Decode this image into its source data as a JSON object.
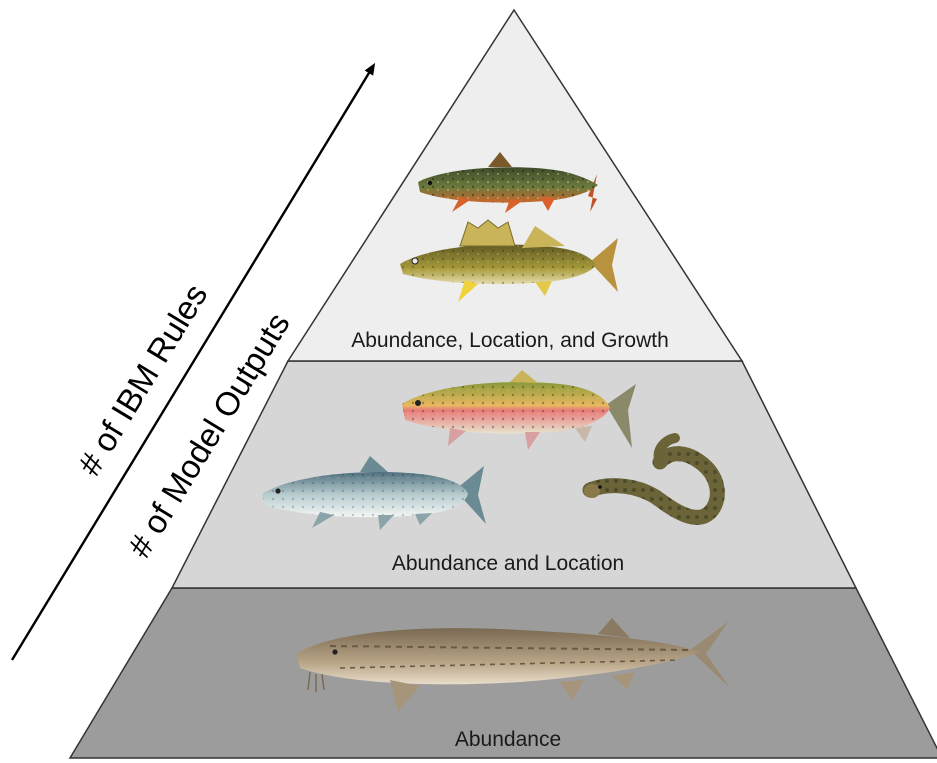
{
  "axis": {
    "label_top": "# of IBM Rules",
    "label_bottom": "# of Model Outputs"
  },
  "tiers": [
    {
      "label": "Abundance, Location, and Growth",
      "fill": "#eeeeee",
      "fish": [
        "brook-trout",
        "walleye"
      ]
    },
    {
      "label": "Abundance and Location",
      "fill": "#d6d6d6",
      "fish": [
        "rainbow-trout",
        "coho-salmon",
        "sea-lamprey"
      ]
    },
    {
      "label": "Abundance",
      "fill": "#9c9c9c",
      "fish": [
        "lake-sturgeon"
      ]
    }
  ],
  "colors": {
    "outline": "#333333",
    "arrow": "#000000"
  }
}
